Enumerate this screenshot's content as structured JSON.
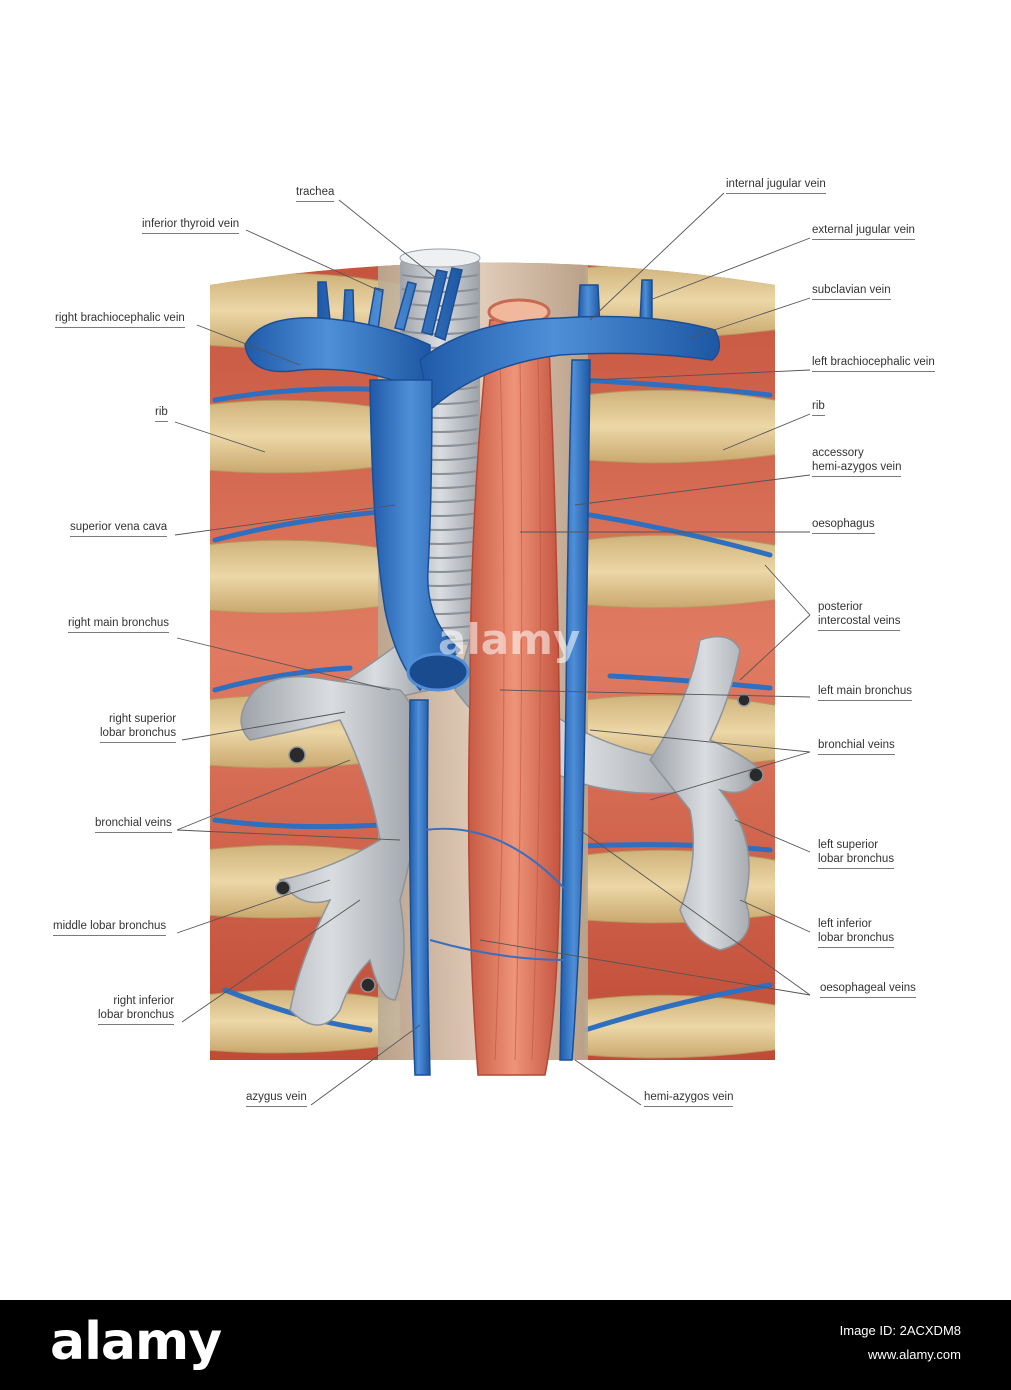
{
  "labels": {
    "trachea": "trachea",
    "inferior_thyroid_vein": "inferior thyroid vein",
    "right_brachiocephalic_vein": "right brachiocephalic vein",
    "rib_left": "rib",
    "superior_vena_cava": "superior vena cava",
    "right_main_bronchus": "right main bronchus",
    "right_superior_lobar_bronchus": [
      "right superior",
      "lobar bronchus"
    ],
    "bronchial_veins_left": "bronchial veins",
    "middle_lobar_bronchus": "middle lobar bronchus",
    "right_inferior_lobar_bronchus": [
      "right inferior",
      "lobar bronchus"
    ],
    "azygus_vein": "azygus vein",
    "internal_jugular_vein": "internal jugular vein",
    "external_jugular_vein": "external jugular vein",
    "subclavian_vein": "subclavian vein",
    "left_brachiocephalic_vein": "left brachiocephalic vein",
    "rib_right": "rib",
    "accessory_hemi_azygos_vein": [
      "accessory",
      "hemi-azygos vein"
    ],
    "oesophagus": "oesophagus",
    "posterior_intercostal_veins": [
      "posterior",
      "intercostal veins"
    ],
    "left_main_bronchus": "left main bronchus",
    "bronchial_veins_right": "bronchial veins",
    "left_superior_lobar_bronchus": [
      "left superior",
      "lobar bronchus"
    ],
    "left_inferior_lobar_bronchus": [
      "left inferior",
      "lobar bronchus"
    ],
    "oesophageal_veins": "oesophageal veins",
    "hemi_azygos_vein": "hemi-azygos vein"
  },
  "watermark": "alamy",
  "footer": {
    "logo": "alamy",
    "image_id": "Image ID: 2ACXDM8",
    "url": "www.alamy.com"
  },
  "colors": {
    "vein": "#2f6fc0",
    "muscle": "#d2604a",
    "rib": "#dfc68f",
    "airway": "#b9bdc2"
  }
}
